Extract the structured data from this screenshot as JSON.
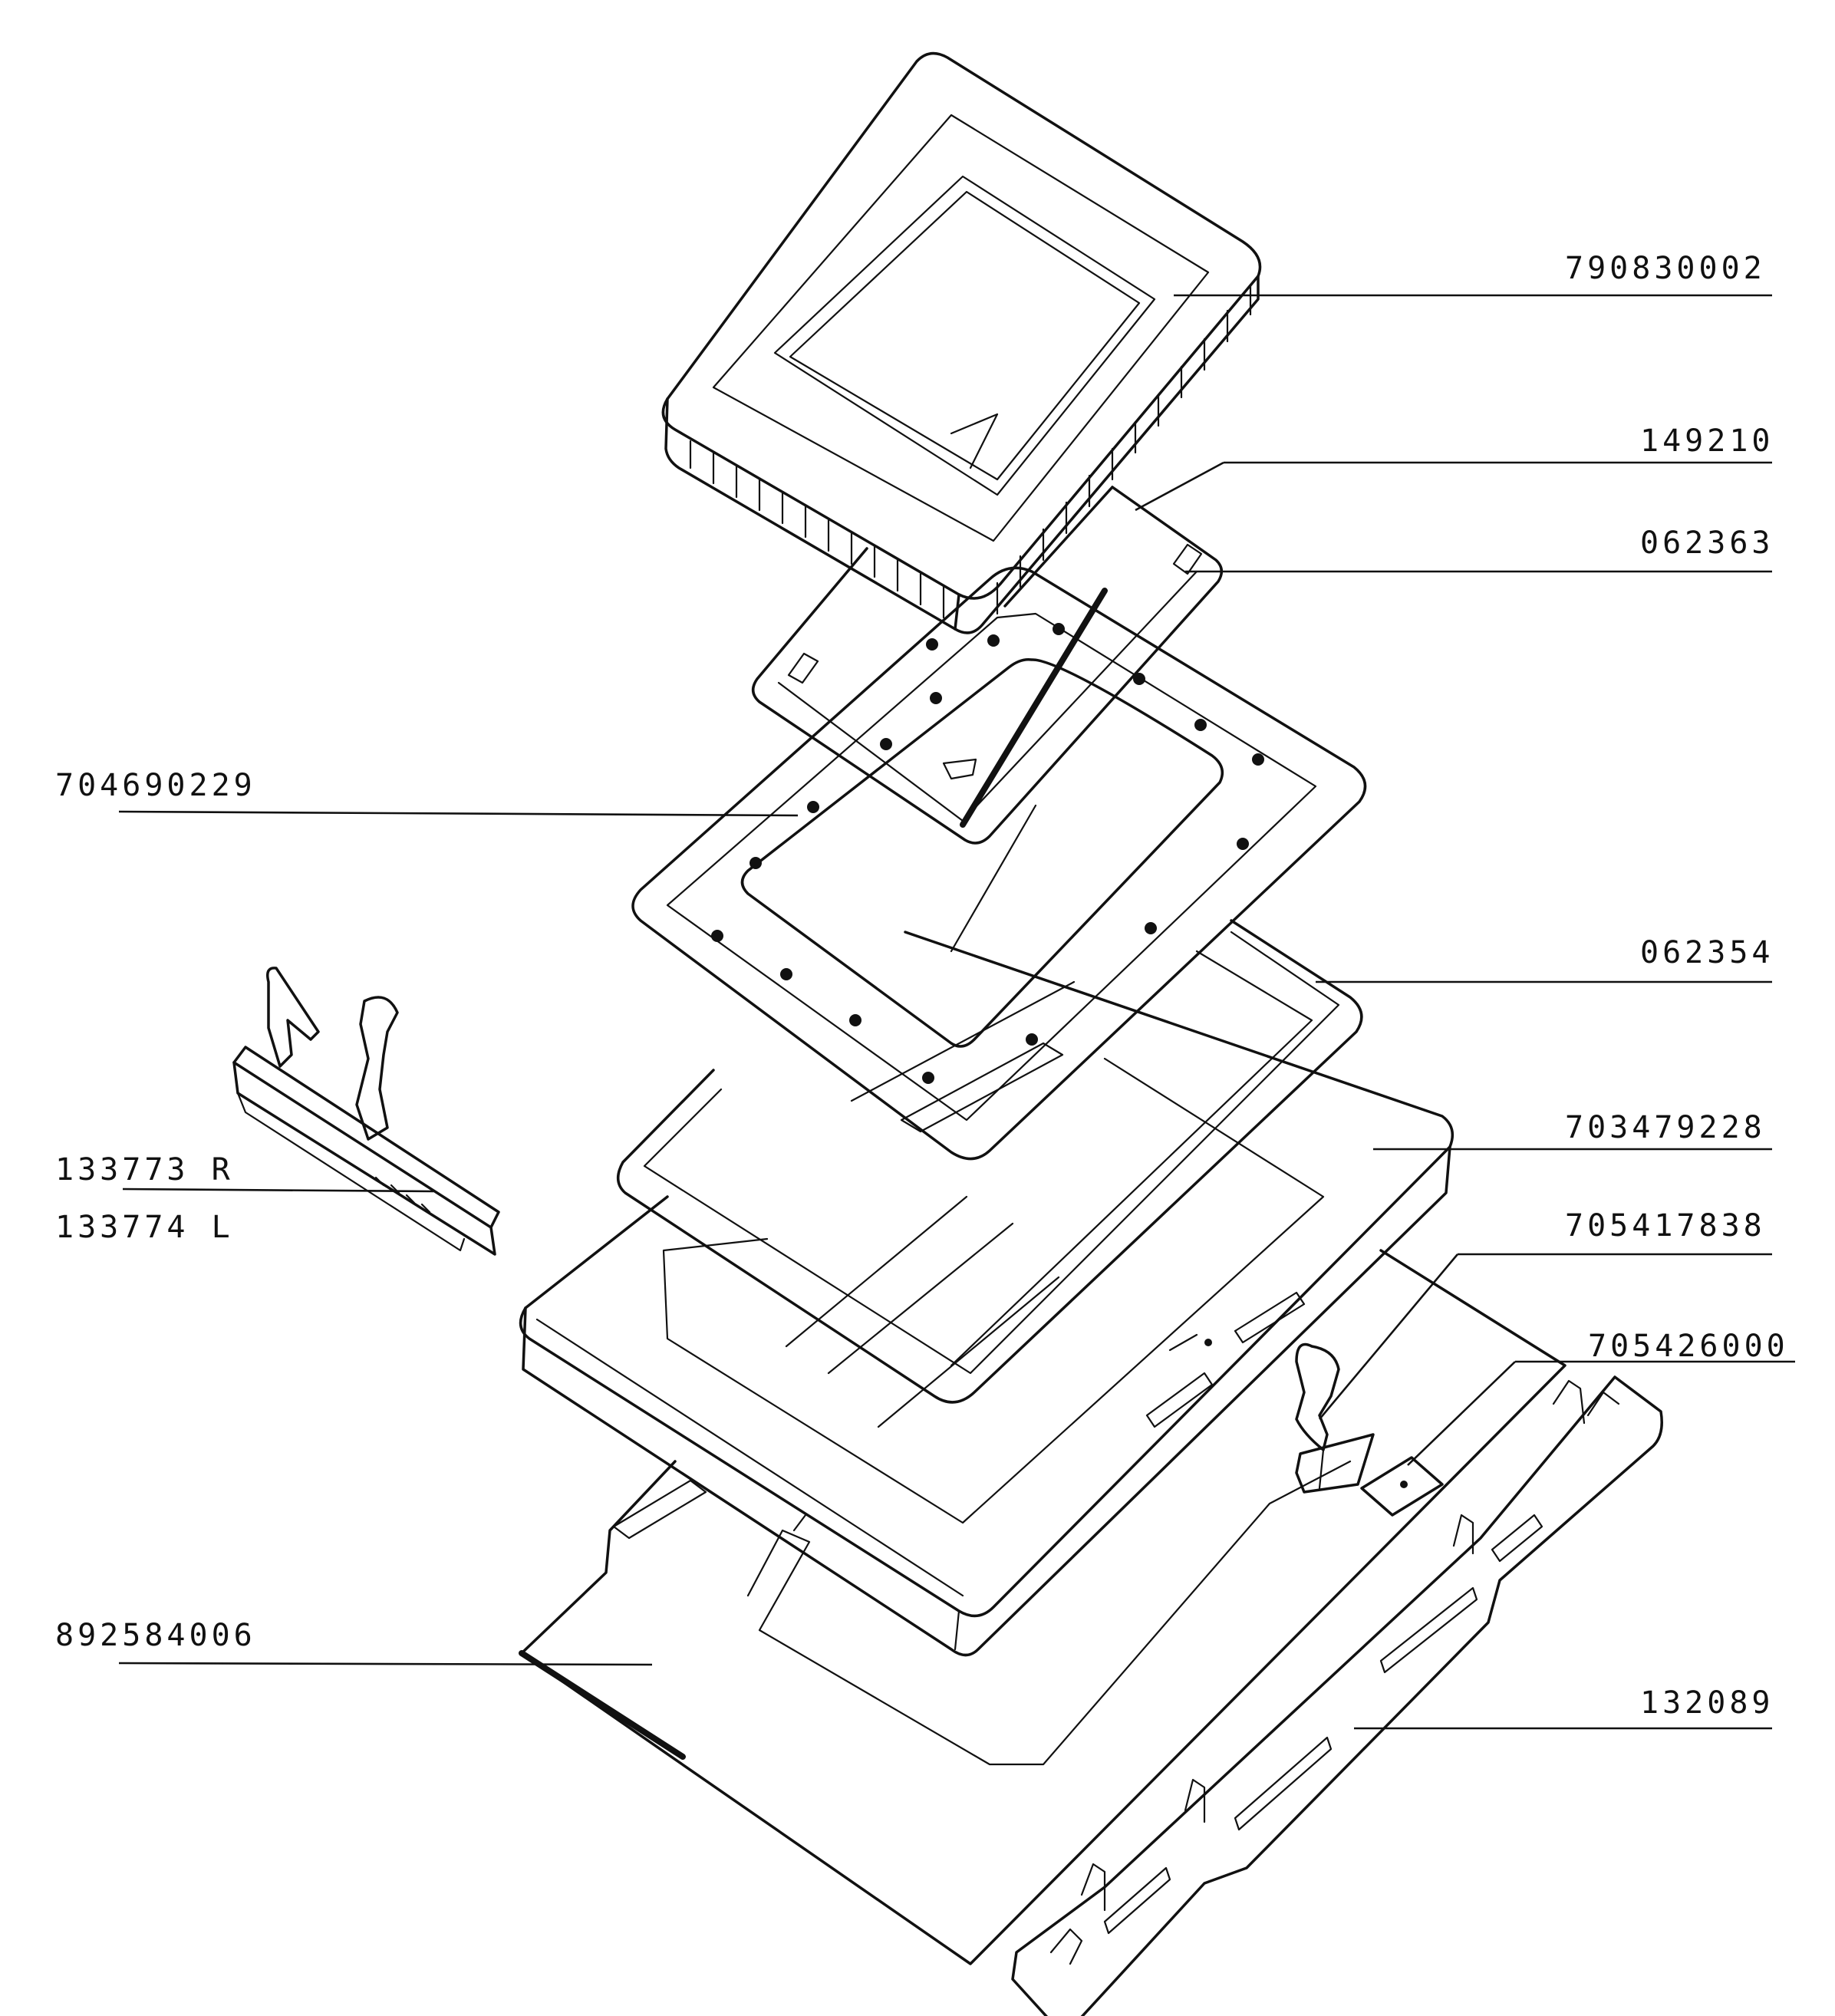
{
  "diagram": {
    "labels": {
      "p790830002": "790830002",
      "p149210": "149210",
      "p062363": "062363",
      "p704690229": "704690229",
      "p062354": "062354",
      "p703479228": "703479228",
      "p133773": "133773 R",
      "p133774": "133774 L",
      "p705417838": "705417838",
      "p705426000": "705426000",
      "p892584006": "892584006",
      "p132089": "132089"
    }
  },
  "colors": {
    "ink": "#111111",
    "background": "#ffffff"
  }
}
